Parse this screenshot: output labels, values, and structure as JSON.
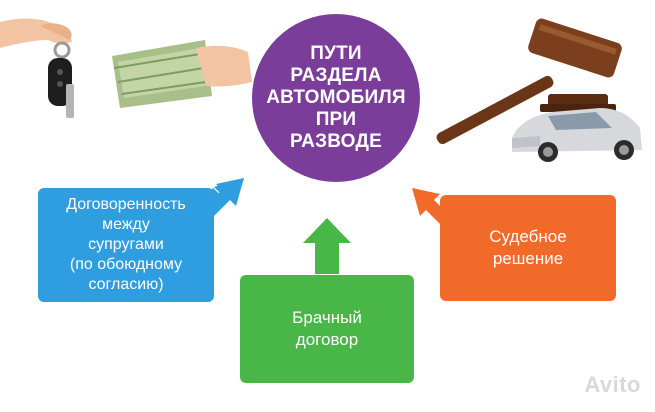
{
  "center": {
    "title": "ПУТИ\nРАЗДЕЛА\nАВТОМОБИЛЯ\nПРИ\nРАЗВОДЕ",
    "color": "#7a3d99"
  },
  "boxes": {
    "agreement": {
      "label": "Договоренность\nмежду\nсупругами\n(по обоюдному\nсогласию)",
      "color": "#2e9ee0"
    },
    "contract": {
      "label": "Брачный\nдоговор",
      "color": "#49b748"
    },
    "court": {
      "label": "Судебное\nрешение",
      "color": "#f26a2a"
    }
  },
  "watermark": {
    "text": "Avito"
  },
  "icons": [
    "car-keys-hand-icon",
    "money-hand-icon",
    "gavel-icon",
    "car-icon",
    "arrow-icon"
  ]
}
